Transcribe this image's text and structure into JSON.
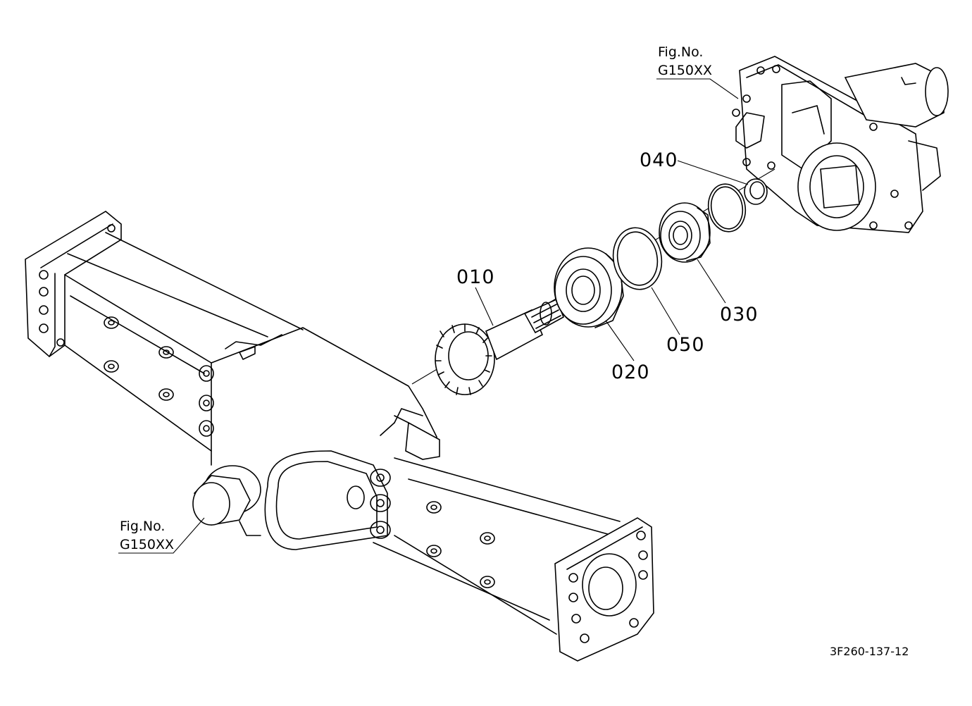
{
  "labels": {
    "part_010": "010",
    "part_020": "020",
    "part_030": "030",
    "part_040": "040",
    "part_050": "050"
  },
  "refs": {
    "top": {
      "line1": "Fig.No.",
      "line2": "G150XX"
    },
    "bottom": {
      "line1": "Fig.No.",
      "line2": "G150XX"
    }
  },
  "drawing_code": "3F260-137-12"
}
